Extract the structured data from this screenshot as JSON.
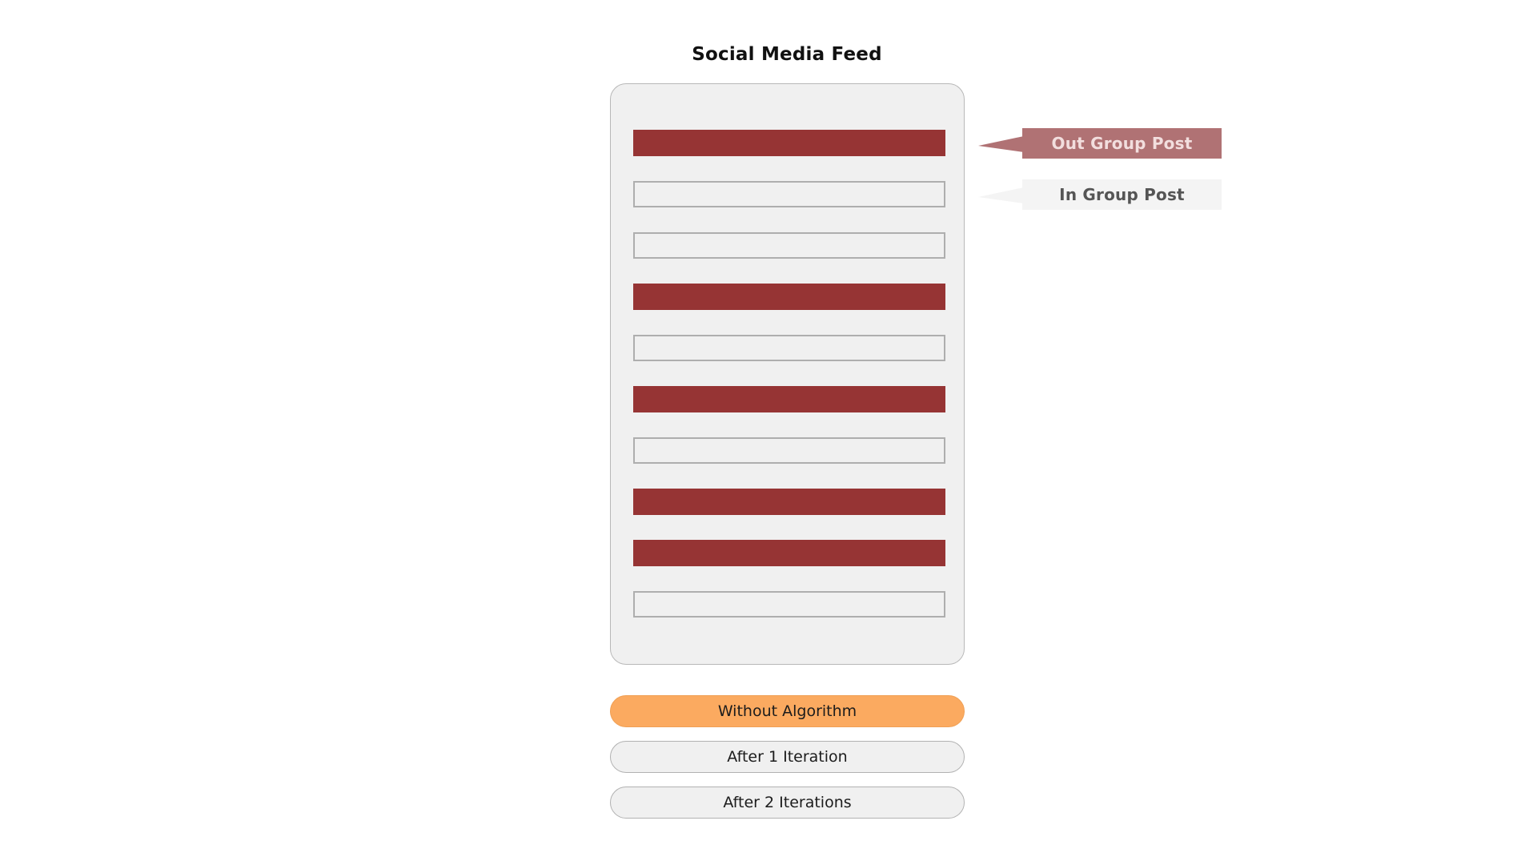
{
  "page": {
    "title": "Social Media Feed",
    "background_color": "#ffffff"
  },
  "feed": {
    "panel_background": "#f0f0f0",
    "panel_border_color": "#b8b8b8",
    "posts": [
      {
        "type": "out-group",
        "index": 1
      },
      {
        "type": "in-group",
        "index": 2
      },
      {
        "type": "in-group",
        "index": 3
      },
      {
        "type": "out-group",
        "index": 4
      },
      {
        "type": "in-group",
        "index": 5
      },
      {
        "type": "out-group",
        "index": 6
      },
      {
        "type": "in-group",
        "index": 7
      },
      {
        "type": "out-group",
        "index": 8
      },
      {
        "type": "out-group",
        "index": 9
      },
      {
        "type": "in-group",
        "index": 10
      }
    ],
    "post_counts": {
      "out_group": 5,
      "in_group": 5,
      "total": 10
    }
  },
  "legend": {
    "items": [
      {
        "id": "out-group",
        "label": "Out Group Post",
        "fill_color": "#b07274",
        "text_color": "#f2dede"
      },
      {
        "id": "in-group",
        "label": "In Group Post",
        "fill_color": "#f4f4f4",
        "text_color": "#555555"
      }
    ]
  },
  "controls": {
    "selected": "Without Algorithm",
    "active_color": "#fbaa60",
    "inactive_color": "#f0f0f0",
    "buttons": [
      {
        "label": "Without Algorithm",
        "state": "active"
      },
      {
        "label": "After 1 Iteration",
        "state": "inactive"
      },
      {
        "label": "After 2 Iterations",
        "state": "inactive"
      }
    ]
  },
  "colors": {
    "out_group_post": "#963434",
    "in_group_post_fill": "#f0f0f0",
    "in_group_post_border": "#aeaeae"
  }
}
